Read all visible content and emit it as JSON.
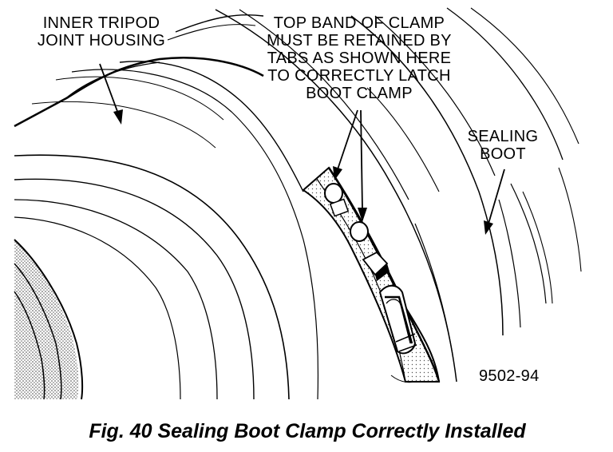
{
  "labels": {
    "housing": [
      "INNER TRIPOD",
      "JOINT HOUSING"
    ],
    "clamp": [
      "TOP BAND OF CLAMP",
      "MUST BE RETAINED BY",
      "TABS AS SHOWN HERE",
      "TO CORRECTLY LATCH",
      "BOOT CLAMP"
    ],
    "boot": [
      "SEALING",
      "BOOT"
    ],
    "figure_code": "9502-94"
  },
  "caption": "Fig. 40 Sealing Boot Clamp Correctly Installed"
}
